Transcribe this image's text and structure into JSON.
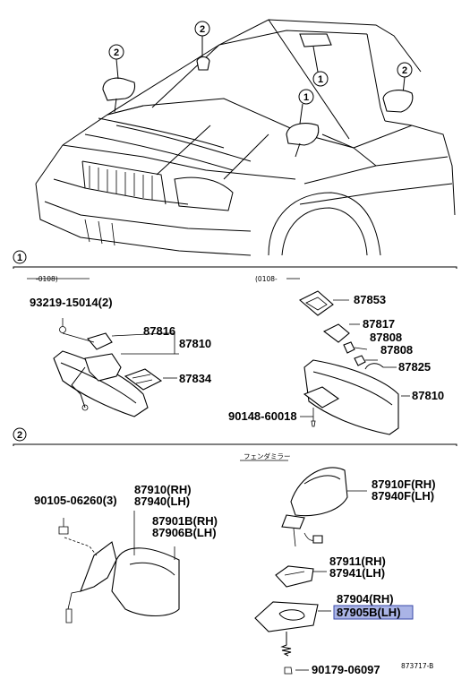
{
  "callouts": {
    "one": "1",
    "two": "2"
  },
  "section1": {
    "marker": "1",
    "left_range": "-0108)",
    "right_range": "(0108-",
    "parts": {
      "p93219": "93219-15014(2)",
      "p87816": "87816",
      "p87810a": "87810",
      "p87834": "87834",
      "p87853": "87853",
      "p87817": "87817",
      "p87808a": "87808",
      "p87808b": "87808",
      "p87825": "87825",
      "p87810b": "87810",
      "p90148": "90148-60018"
    }
  },
  "section2": {
    "marker": "2",
    "header_jp": "フェンダミラー",
    "parts": {
      "p90105": "90105-06260(3)",
      "p87910": "87910(RH)",
      "p87940": "87940(LH)",
      "p87901b": "87901B(RH)",
      "p87906b": "87906B(LH)",
      "p87910f": "87910F(RH)",
      "p87940f": "87940F(LH)",
      "p87911": "87911(RH)",
      "p87941": "87941(LH)",
      "p87904": "87904(RH)",
      "p87905b": "87905B(LH)",
      "p90179": "90179-06097"
    }
  },
  "figure_id": "873717-B",
  "colors": {
    "highlight": "#aab4e6",
    "line": "#000000"
  }
}
